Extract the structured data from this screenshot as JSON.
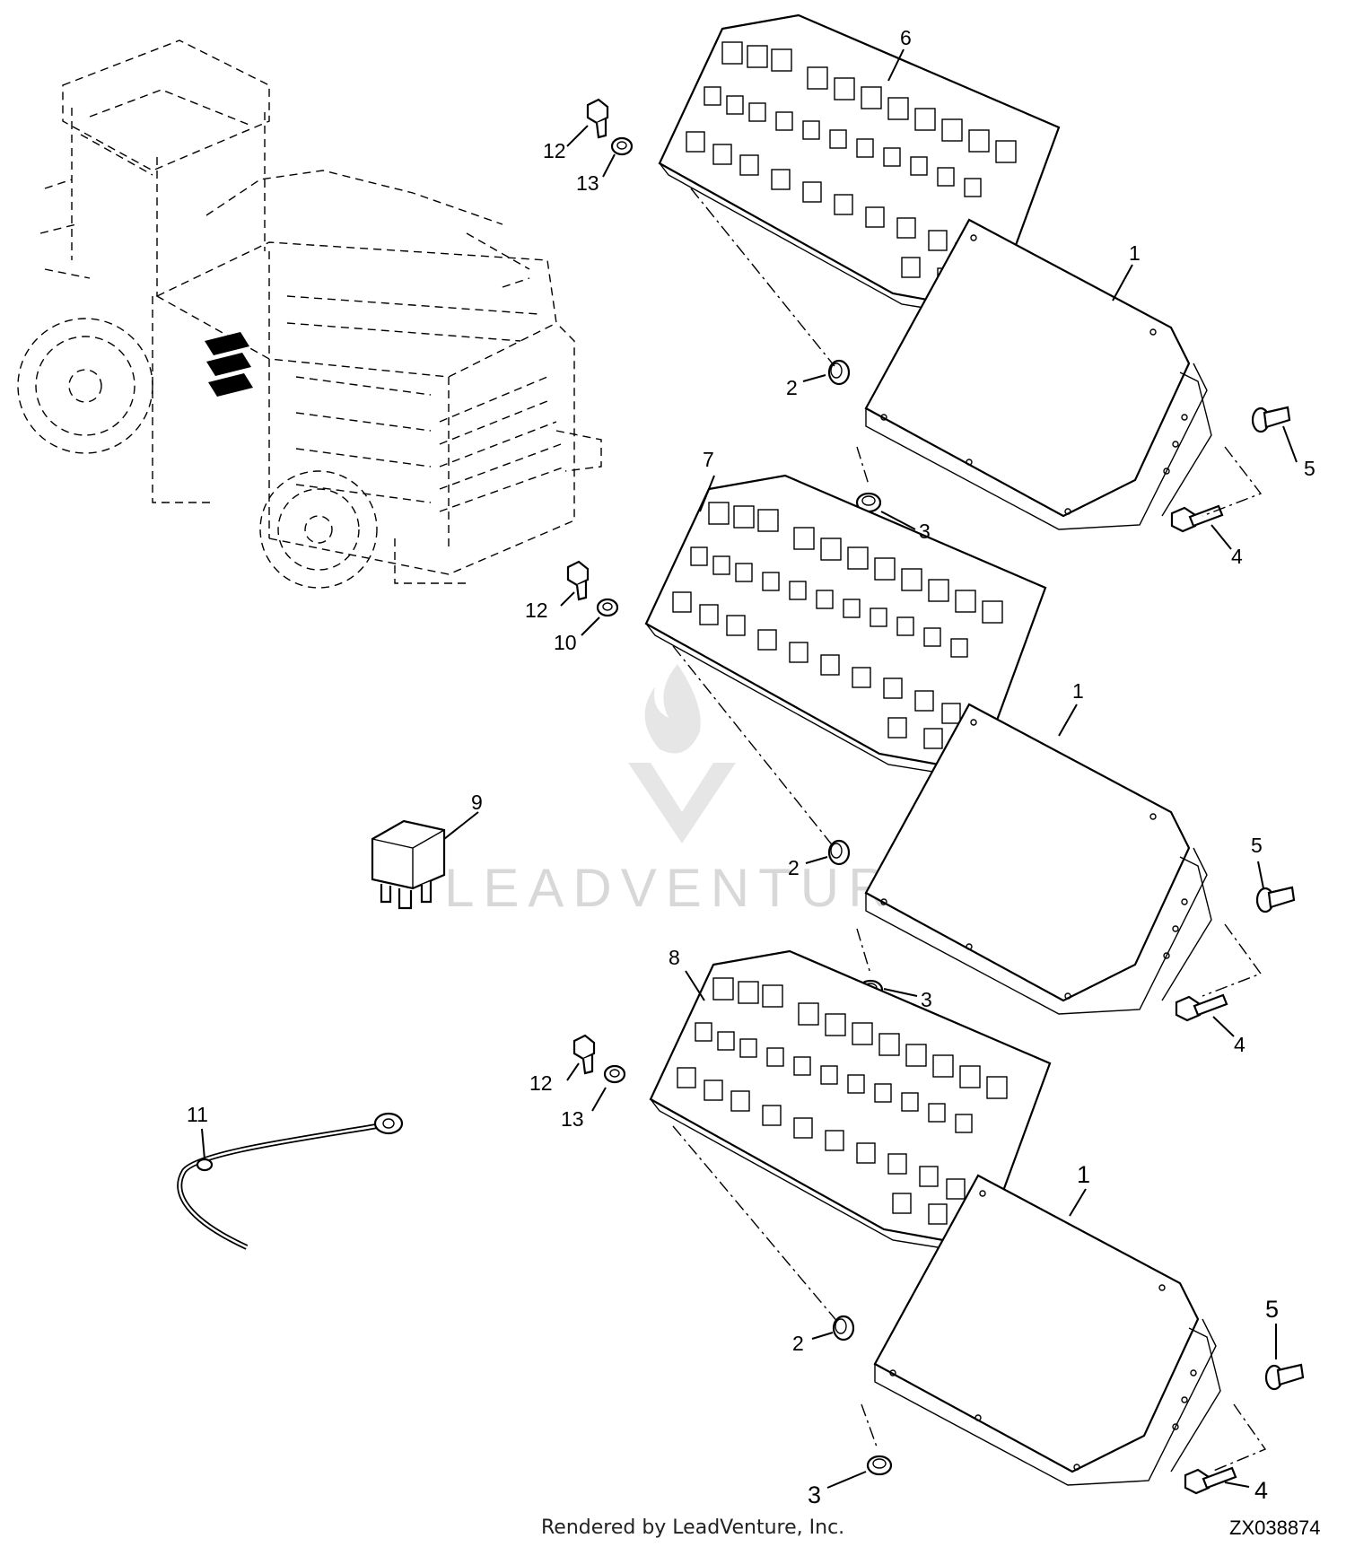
{
  "callouts": {
    "c1a": "1",
    "c1b": "1",
    "c1c": "1",
    "c2a": "2",
    "c2b": "2",
    "c2c": "2",
    "c3a": "3",
    "c3b": "3",
    "c3c": "3",
    "c4a": "4",
    "c4b": "4",
    "c4c": "4",
    "c5a": "5",
    "c5b": "5",
    "c5c": "5",
    "c6": "6",
    "c7": "7",
    "c8": "8",
    "c9": "9",
    "c10": "10",
    "c11": "11",
    "c12a": "12",
    "c12b": "12",
    "c12c": "12",
    "c13a": "13",
    "c13b": "13"
  },
  "watermark": "LEADVENTURE",
  "footer": {
    "rendered_by": "Rendered by LeadVenture, Inc.",
    "figure_id": "ZX038874"
  }
}
